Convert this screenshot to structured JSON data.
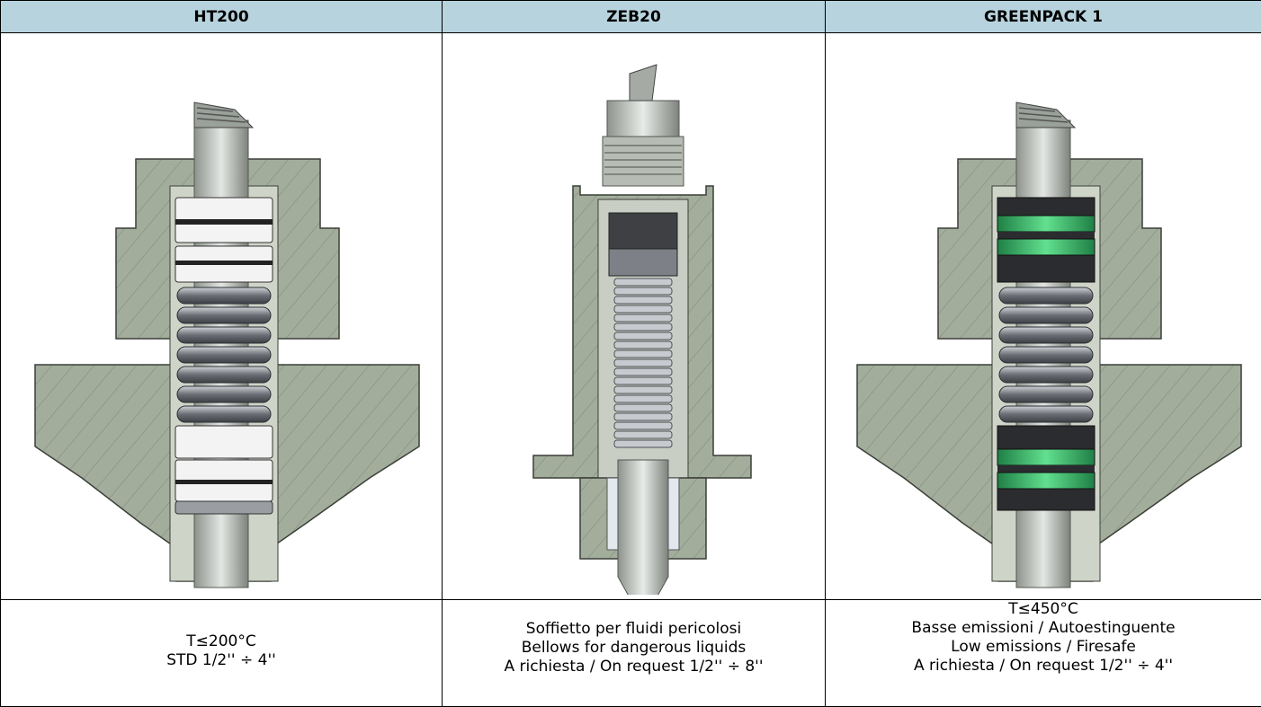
{
  "columns": [
    {
      "title": "HT200",
      "lines": [
        "T≤200°C",
        "STD 1/2'' ÷ 4''"
      ]
    },
    {
      "title": "ZEB20",
      "lines": [
        "Soffietto per fluidi pericolosi",
        "Bellows for dangerous liquids",
        "A richiesta / On request 1/2'' ÷ 8''"
      ]
    },
    {
      "title": "GREENPACK 1",
      "lines": [
        "T≤450°C",
        "Basse emissioni / Autoestinguente",
        "Low emissions / Firesafe",
        "A richiesta / On request 1/2'' ÷ 4''"
      ]
    }
  ],
  "colors": {
    "header_bg": "#b7d3de",
    "body_metal": "#a3ad9c",
    "packing_green": "#4fcf7a"
  },
  "illustrations": [
    "ht200-cross-section",
    "zeb20-cross-section",
    "greenpack1-cross-section"
  ]
}
